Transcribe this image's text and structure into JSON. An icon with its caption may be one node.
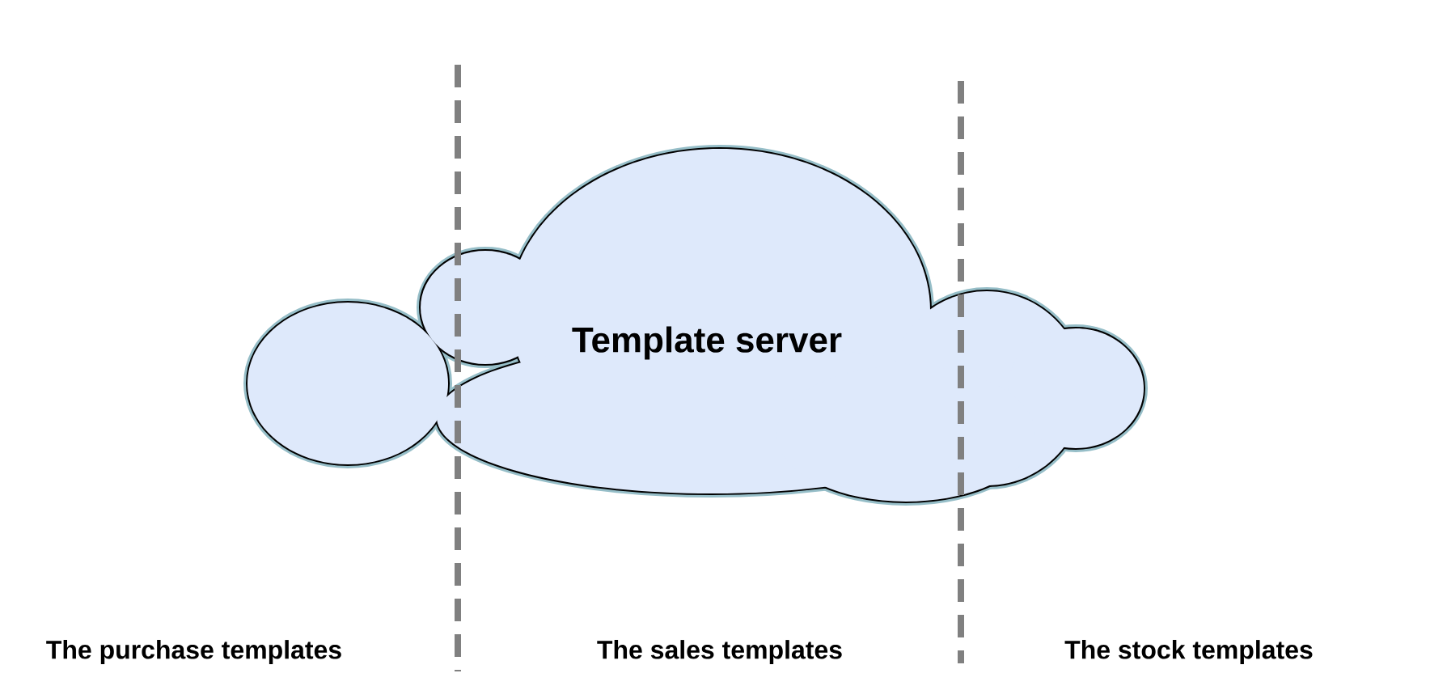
{
  "diagram": {
    "nodes": [
      {
        "text": [
          "Template server"
        ]
      }
    ],
    "labels": [
      "The purchase templates",
      "The sales templates",
      "The stock templates"
    ]
  }
}
